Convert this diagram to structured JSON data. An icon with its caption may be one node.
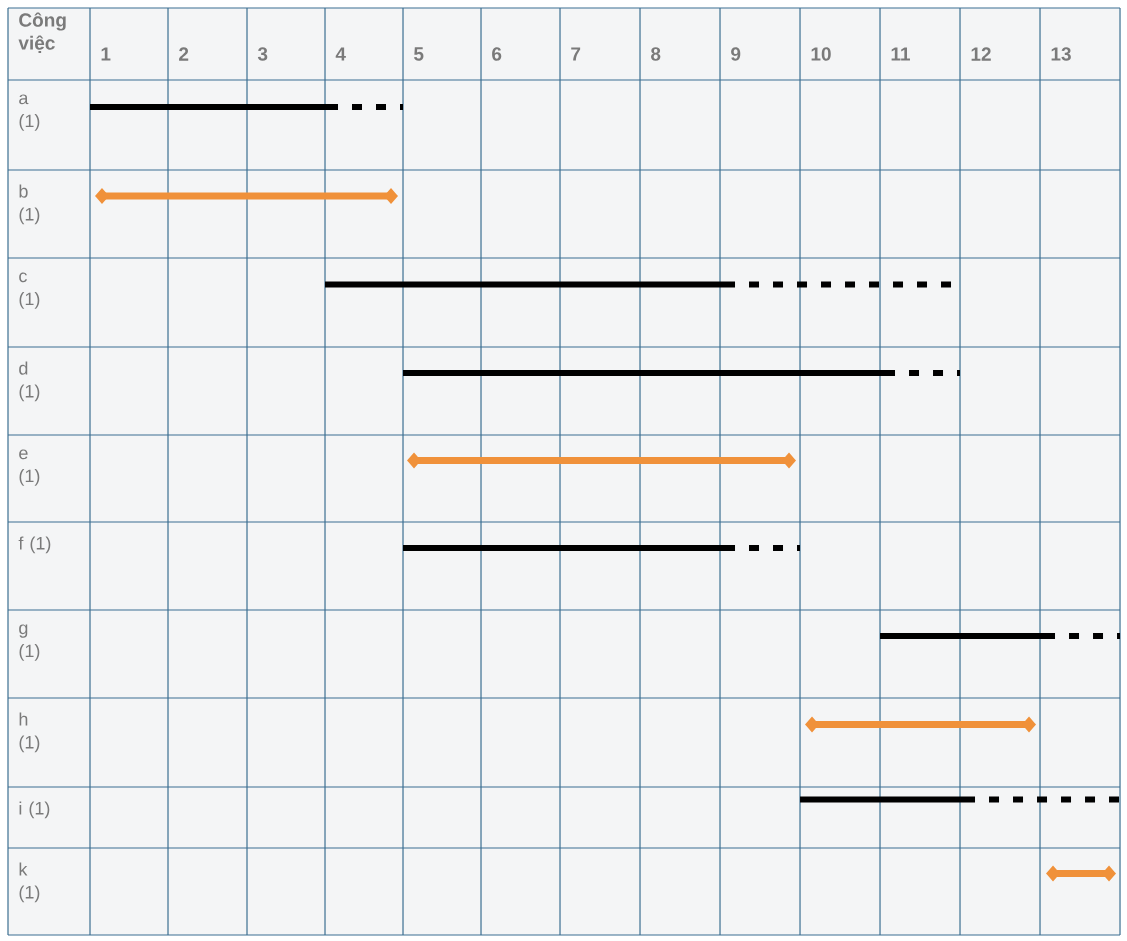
{
  "diagram": {
    "labels": [
      "Công việc",
      "1",
      "2",
      "3",
      "4",
      "5",
      "6",
      "7",
      "8",
      "9",
      "10",
      "11",
      "12",
      "13",
      "a (1)",
      "b (1)",
      "c (1)",
      "d (1)",
      "e (1)",
      "f (1)",
      "g (1)",
      "h (1)",
      "i (1)",
      "k (1)"
    ]
  }
}
